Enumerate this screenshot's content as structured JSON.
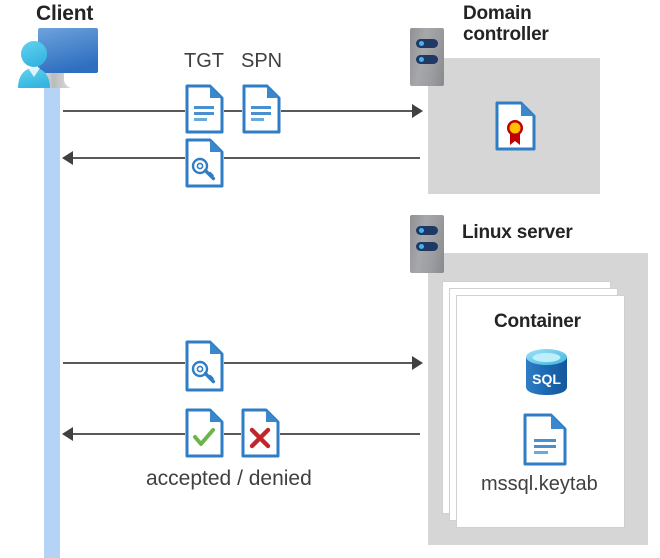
{
  "diagram": {
    "title_client": "Client",
    "title_domain_controller": "Domain\ncontroller",
    "title_linux_server": "Linux server",
    "title_container": "Container",
    "label_tgt": "TGT",
    "label_spn": "SPN",
    "label_keytab": "mssql.keytab",
    "label_result": "accepted / denied",
    "label_sql": "SQL"
  },
  "icons": {
    "client": "client-workstation-icon",
    "server_rack_dc": "server-rack-icon",
    "server_rack_linux": "server-rack-icon",
    "doc_tgt": "document-icon",
    "doc_spn": "document-icon",
    "doc_ticket_top": "document-key-icon",
    "doc_ticket_bottom": "document-key-icon",
    "doc_accepted": "document-check-icon",
    "doc_denied": "document-cross-icon",
    "doc_certificate": "document-certificate-icon",
    "doc_keytab": "document-icon",
    "database": "sql-database-icon"
  },
  "colors": {
    "accent_blue": "#2f7dc4",
    "doc_fold_blue": "#3a87cd",
    "lifeline_blue": "#b5d4f5",
    "panel_grey": "#d6d6d6",
    "rack_grey": "#9a9c9f",
    "rack_slot_navy": "#1f3864",
    "rack_led_cyan": "#41b5f0",
    "line_grey": "#595959",
    "check_green": "#6cb649",
    "cross_red": "#c0272d",
    "cert_gold": "#ffc000",
    "cert_red": "#c00000",
    "sql_blue": "#1b68b3",
    "sql_top_cyan": "#50c3e8",
    "heading_text": "#242424",
    "body_text": "#404040",
    "card_white": "#ffffff"
  },
  "flows": [
    {
      "name": "client-to-dc-request",
      "direction": "right",
      "label": "TGT / SPN"
    },
    {
      "name": "dc-to-client-ticket",
      "direction": "left",
      "label": ""
    },
    {
      "name": "client-to-linux-auth",
      "direction": "right",
      "label": ""
    },
    {
      "name": "linux-to-client-result",
      "direction": "left",
      "label": "accepted / denied"
    }
  ]
}
